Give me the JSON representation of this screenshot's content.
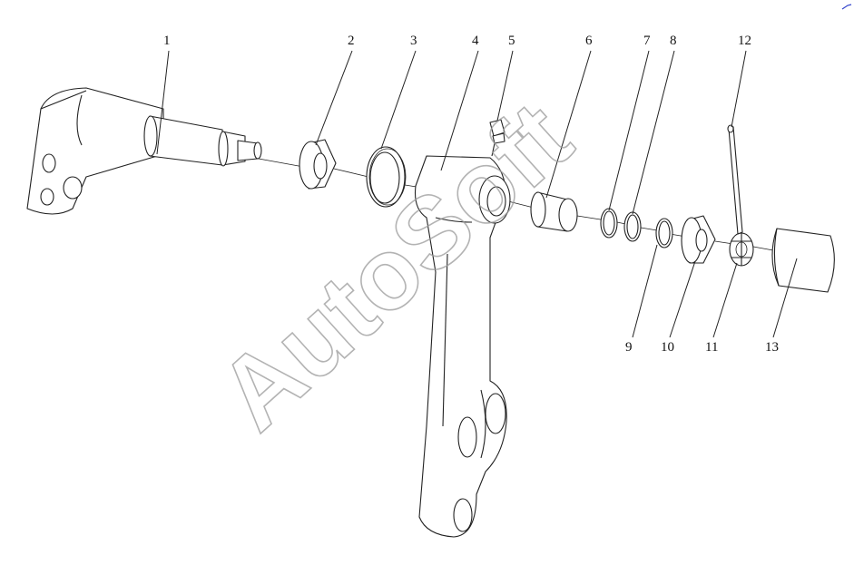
{
  "watermark": "AutoSoft",
  "callouts": [
    "1",
    "2",
    "3",
    "4",
    "5",
    "6",
    "7",
    "8",
    "9",
    "10",
    "11",
    "12",
    "13"
  ],
  "colors": {
    "line": "#222222",
    "watermark": "#9a9a9a",
    "corner_mark": "#3344cc"
  }
}
